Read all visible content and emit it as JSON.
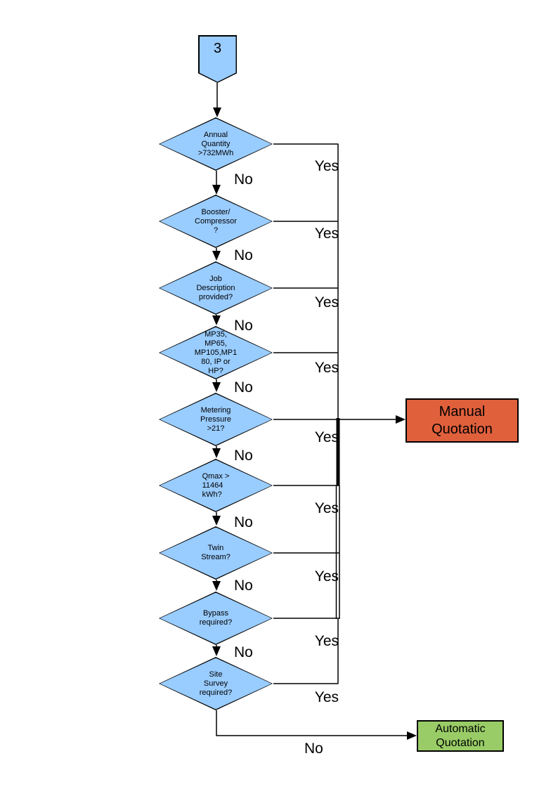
{
  "flow": {
    "connector": {
      "label": "3"
    },
    "decisions": [
      {
        "id": "annual-quantity",
        "label": "Annual\nQuantity\n>732MWh",
        "yes_label": "Yes",
        "no_label": "No"
      },
      {
        "id": "booster-compressor",
        "label": "Booster/\nCompressor\n?",
        "yes_label": "Yes",
        "no_label": "No"
      },
      {
        "id": "job-description",
        "label": "Job\nDescription\nprovided?",
        "yes_label": "Yes",
        "no_label": "No"
      },
      {
        "id": "pressure-tier",
        "label": "MP35,\nMP65,\nMP105,MP1\n80, IP or\nHP?",
        "yes_label": "Yes",
        "no_label": "No"
      },
      {
        "id": "metering-pressure",
        "label": "Metering\nPressure\n>21?",
        "yes_label": "Yes",
        "no_label": "No"
      },
      {
        "id": "qmax",
        "label": "Qmax >\n11464\nkWh?",
        "yes_label": "Yes",
        "no_label": "No"
      },
      {
        "id": "twin-stream",
        "label": "Twin\nStream?",
        "yes_label": "Yes",
        "no_label": "No"
      },
      {
        "id": "bypass",
        "label": "Bypass\nrequired?",
        "yes_label": "Yes",
        "no_label": "No"
      },
      {
        "id": "site-survey",
        "label": "Site\nSurvey\nrequired?",
        "yes_label": "Yes",
        "no_label": "No"
      }
    ],
    "outcomes": {
      "manual": {
        "label": "Manual\nQuotation",
        "fill": "#e0603c"
      },
      "automatic": {
        "label": "Automatic\nQuotation",
        "fill": "#99cc66"
      }
    },
    "colors": {
      "decision_fill": "#99ccff",
      "line": "#000000",
      "background": "#ffffff"
    }
  }
}
